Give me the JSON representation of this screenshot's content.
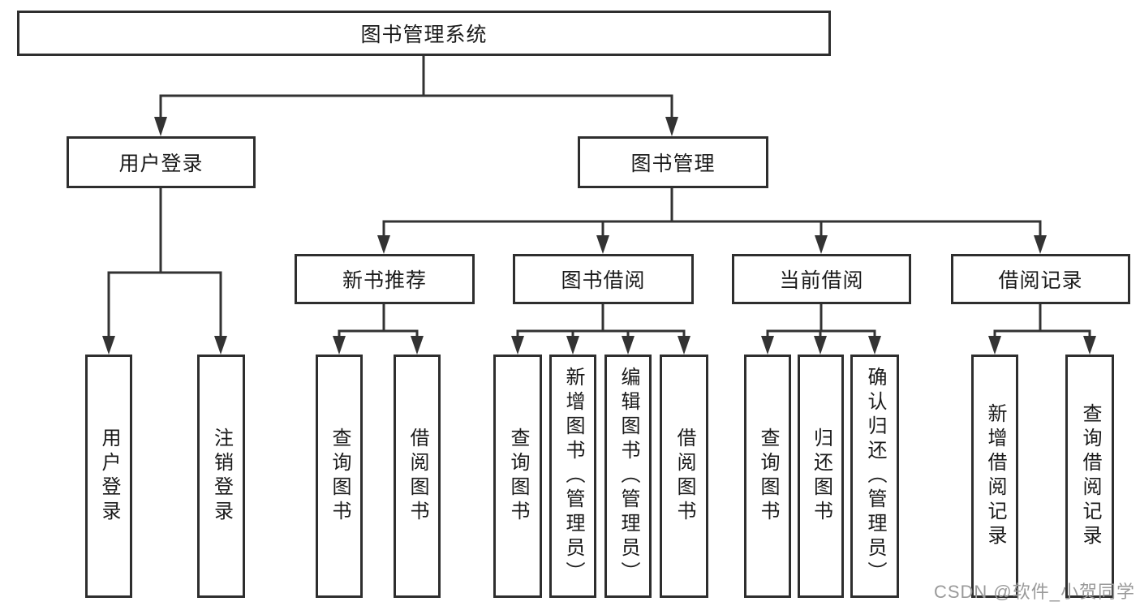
{
  "diagram_title": "图书管理系统",
  "nodes": {
    "root": "图书管理系统",
    "user_login": "用户登录",
    "book_management": "图书管理",
    "new_book_recommend": "新书推荐",
    "book_borrow": "图书借阅",
    "current_borrow": "当前借阅",
    "borrow_records": "借阅记录"
  },
  "leaves": {
    "user_login": [
      "用户登录",
      "注销登录"
    ],
    "new_book_recommend": [
      "查询图书",
      "借阅图书"
    ],
    "book_borrow": [
      "查询图书",
      "新增图书（管理员）",
      "编辑图书（管理员）",
      "借阅图书"
    ],
    "current_borrow": [
      "查询图书",
      "归还图书",
      "确认归还（管理员）"
    ],
    "borrow_records": [
      "新增借阅记录",
      "查询借阅记录"
    ]
  },
  "watermark": "CSDN @软件_小贺同学",
  "colors": {
    "line": "#333333",
    "text": "#1a1a1a",
    "watermark": "#9a9a9a",
    "background": "#ffffff"
  }
}
